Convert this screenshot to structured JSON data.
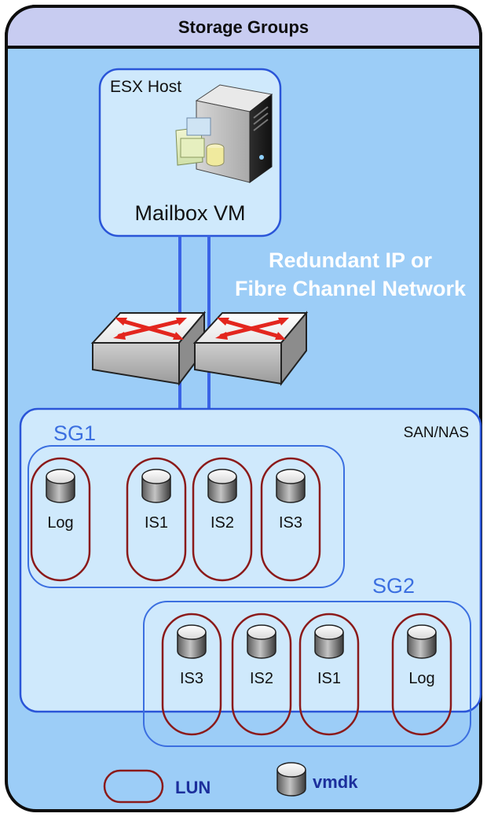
{
  "diagram": {
    "title": "Storage Groups",
    "esx_host": {
      "label": "ESX Host",
      "vm_label": "Mailbox VM"
    },
    "network_label": {
      "line1": "Redundant IP or",
      "line2": "Fibre Channel Network"
    },
    "san": {
      "label": "SAN/NAS"
    },
    "sg1": {
      "label": "SG1",
      "luns": [
        {
          "label": "Log"
        },
        {
          "label": "IS1"
        },
        {
          "label": "IS2"
        },
        {
          "label": "IS3"
        }
      ]
    },
    "sg2": {
      "label": "SG2",
      "luns": [
        {
          "label": "IS3"
        },
        {
          "label": "IS2"
        },
        {
          "label": "IS1"
        },
        {
          "label": "Log"
        }
      ]
    },
    "legend": {
      "lun_label": "LUN",
      "vmdk_label": "vmdk"
    }
  },
  "colors": {
    "outer_fill": "#9ccdf7",
    "title_bar_fill": "#c8ccf1",
    "outer_stroke": "#0d0d0d",
    "box_stroke": "#2a55d8",
    "inner_fill": "#cfe9fc",
    "lun_stroke": "#8b1a1a",
    "network_line": "#3a63e6",
    "switch_arrow": "#e3261e",
    "sg_label": "#3b6fe0",
    "legend_text": "#1c2f9c"
  }
}
